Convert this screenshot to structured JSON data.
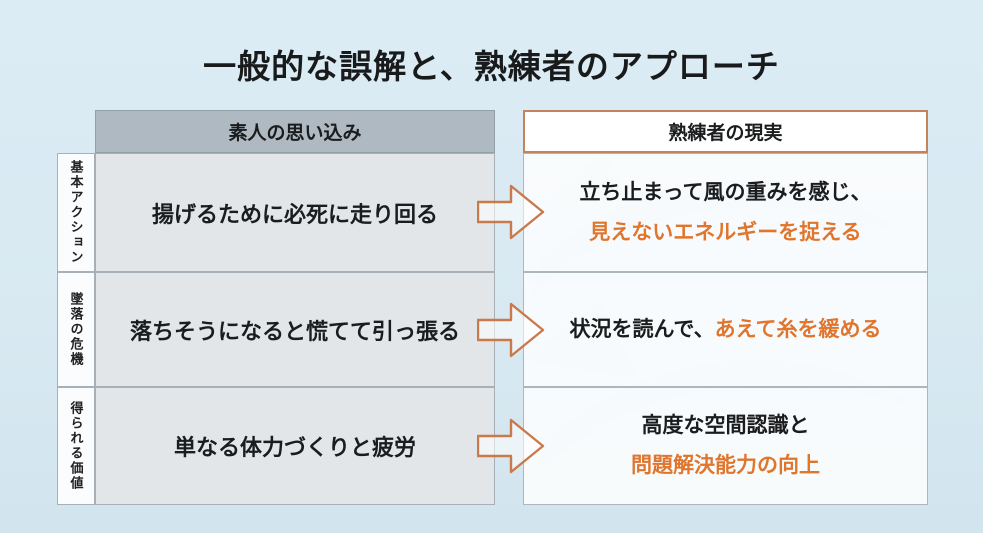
{
  "title": "一般的な誤解と、熟練者のアプローチ",
  "table": {
    "left_header": "素人の思い込み",
    "right_header": "熟練者の現実",
    "rows": [
      {
        "label": "基本アクション",
        "myth": "揚げるために必死に走り回る",
        "reality_black": "立ち止まって風の重みを感じ、",
        "reality_orange": "見えないエネルギーを捉える"
      },
      {
        "label": "墜落の危機",
        "myth": "落ちそうになると慌てて引っ張る",
        "reality_black": "状況を読んで、",
        "reality_orange": "あえて糸を緩める"
      },
      {
        "label": "得られる価値",
        "myth": "単なる体力づくりと疲労",
        "reality_black": "高度な空間認識と",
        "reality_orange": "問題解決能力の向上"
      }
    ]
  },
  "colors": {
    "accent_orange": "#e0762e",
    "arrow_stroke": "#c9794c",
    "header_gray": "#aeb9c1",
    "background_blue": "#d8e9f2"
  }
}
